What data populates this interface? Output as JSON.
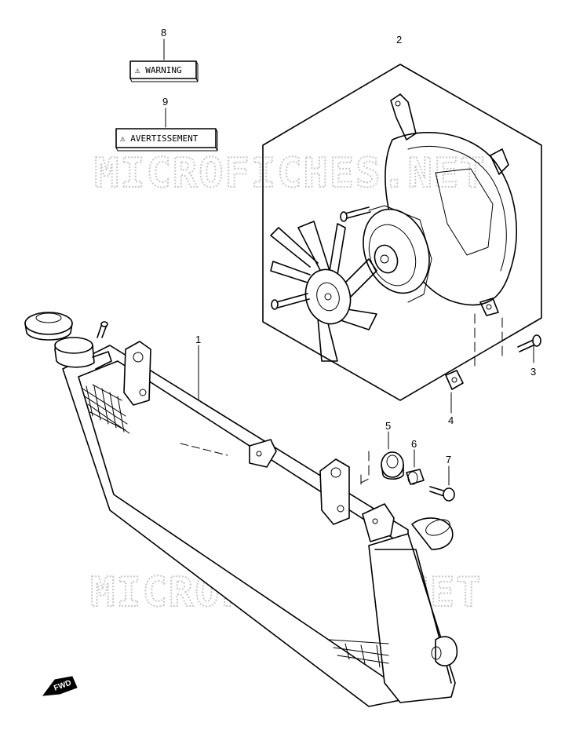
{
  "watermark": {
    "text": "MICROFICHES.NET"
  },
  "callouts": [
    {
      "number": "1"
    },
    {
      "number": "2"
    },
    {
      "number": "3"
    },
    {
      "number": "4"
    },
    {
      "number": "5"
    },
    {
      "number": "6"
    },
    {
      "number": "7"
    },
    {
      "number": "8"
    },
    {
      "number": "9"
    }
  ],
  "labels": {
    "warning_label_text": "⚠ WARNING",
    "avertissement_label_text": "⚠ AVERTISSEMENT"
  },
  "direction": {
    "fwd_text": "FWD"
  }
}
